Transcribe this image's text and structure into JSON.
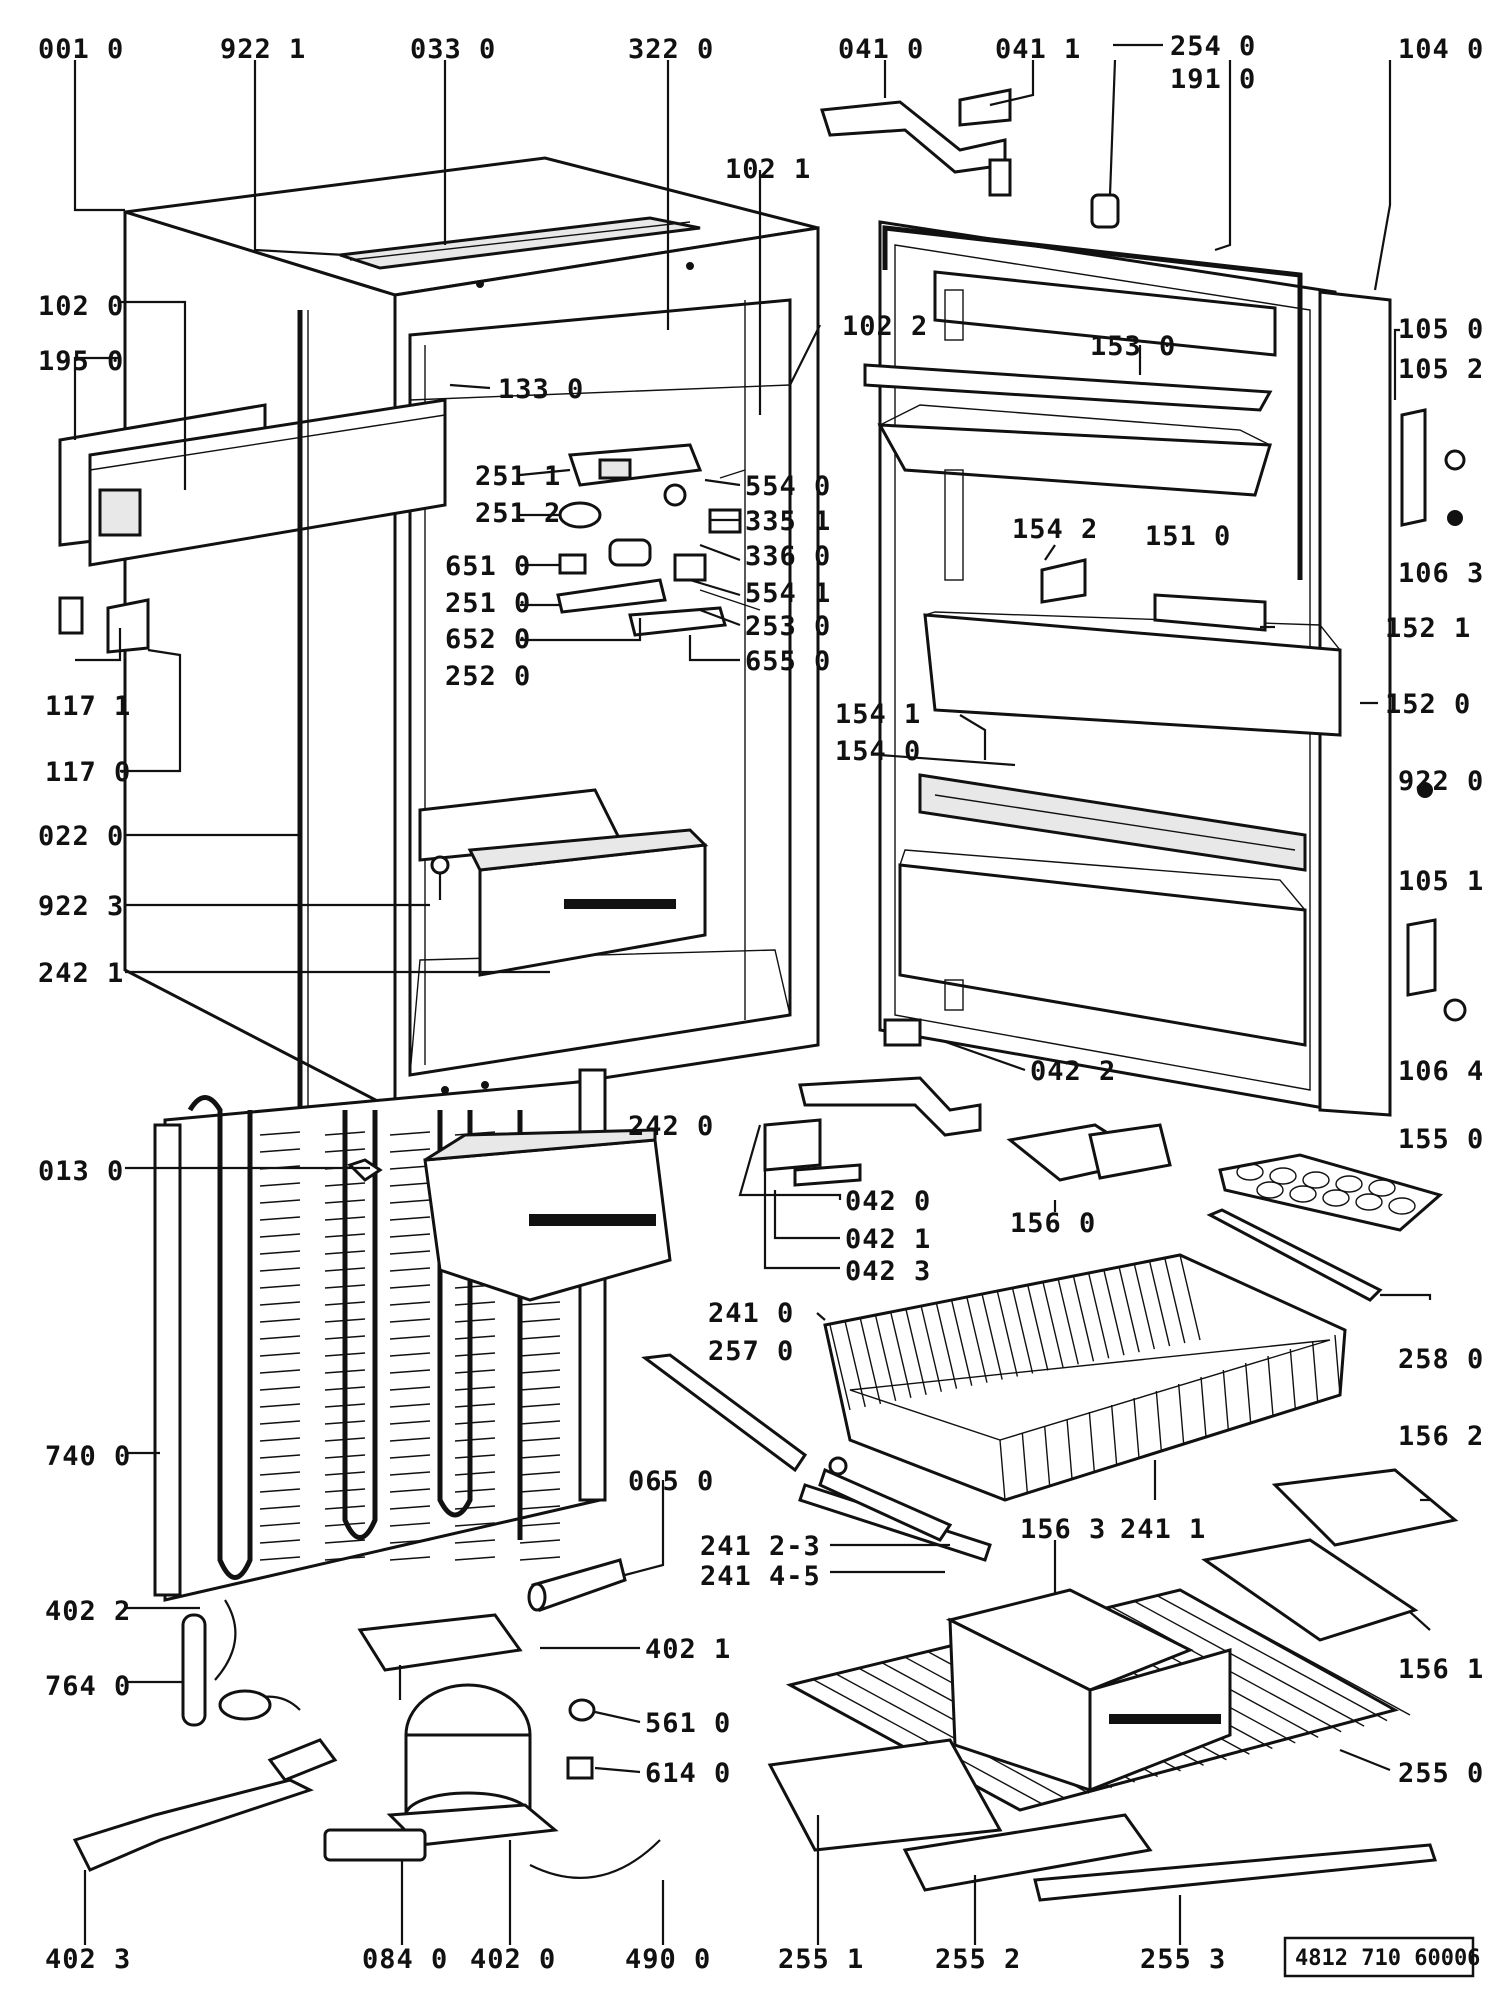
{
  "diagram": {
    "labels": [
      {
        "id": "p001-0",
        "text": "001 0"
      },
      {
        "id": "p922-1",
        "text": "922 1"
      },
      {
        "id": "p033-0",
        "text": "033 0"
      },
      {
        "id": "p322-0",
        "text": "322 0"
      },
      {
        "id": "p041-0",
        "text": "041 0"
      },
      {
        "id": "p041-1",
        "text": "041 1"
      },
      {
        "id": "p254-0",
        "text": "254 0"
      },
      {
        "id": "p191-0",
        "text": "191 0"
      },
      {
        "id": "p104-0",
        "text": "104 0"
      },
      {
        "id": "p102-1",
        "text": "102 1"
      },
      {
        "id": "p102-0",
        "text": "102 0"
      },
      {
        "id": "p195-0",
        "text": "195 0"
      },
      {
        "id": "p133-0",
        "text": "133 0"
      },
      {
        "id": "p102-2",
        "text": "102 2"
      },
      {
        "id": "p153-0",
        "text": "153 0"
      },
      {
        "id": "p105-0",
        "text": "105 0"
      },
      {
        "id": "p105-2",
        "text": "105 2"
      },
      {
        "id": "p251-1",
        "text": "251 1"
      },
      {
        "id": "p251-2",
        "text": "251 2"
      },
      {
        "id": "p554-0",
        "text": "554 0"
      },
      {
        "id": "p335-1",
        "text": "335 1"
      },
      {
        "id": "p336-0",
        "text": "336 0"
      },
      {
        "id": "p554-1",
        "text": "554 1"
      },
      {
        "id": "p651-0",
        "text": "651 0"
      },
      {
        "id": "p251-0",
        "text": "251 0"
      },
      {
        "id": "p652-0",
        "text": "652 0"
      },
      {
        "id": "p253-0",
        "text": "253 0"
      },
      {
        "id": "p252-0",
        "text": "252 0"
      },
      {
        "id": "p655-0",
        "text": "655 0"
      },
      {
        "id": "p154-2",
        "text": "154 2"
      },
      {
        "id": "p151-0",
        "text": "151 0"
      },
      {
        "id": "p106-3",
        "text": "106 3"
      },
      {
        "id": "p152-1",
        "text": "152 1"
      },
      {
        "id": "p117-1",
        "text": "117 1"
      },
      {
        "id": "p152-0",
        "text": "152 0"
      },
      {
        "id": "p154-1",
        "text": "154 1"
      },
      {
        "id": "p154-0",
        "text": "154 0"
      },
      {
        "id": "p117-0",
        "text": "117 0"
      },
      {
        "id": "p922-0",
        "text": "922 0"
      },
      {
        "id": "p022-0",
        "text": "022 0"
      },
      {
        "id": "p105-1",
        "text": "105 1"
      },
      {
        "id": "p922-3",
        "text": "922 3"
      },
      {
        "id": "p242-1",
        "text": "242 1"
      },
      {
        "id": "p106-4",
        "text": "106 4"
      },
      {
        "id": "p042-2",
        "text": "042 2"
      },
      {
        "id": "p242-0",
        "text": "242 0"
      },
      {
        "id": "p155-0",
        "text": "155 0"
      },
      {
        "id": "p013-0",
        "text": "013 0"
      },
      {
        "id": "p042-0",
        "text": "042 0"
      },
      {
        "id": "p156-0",
        "text": "156 0"
      },
      {
        "id": "p042-1",
        "text": "042 1"
      },
      {
        "id": "p042-3",
        "text": "042 3"
      },
      {
        "id": "p241-0",
        "text": "241 0"
      },
      {
        "id": "p257-0",
        "text": "257 0"
      },
      {
        "id": "p258-0",
        "text": "258 0"
      },
      {
        "id": "p740-0",
        "text": "740 0"
      },
      {
        "id": "p156-2",
        "text": "156 2"
      },
      {
        "id": "p065-0",
        "text": "065 0"
      },
      {
        "id": "p156-3",
        "text": "156 3"
      },
      {
        "id": "p241-1",
        "text": "241 1"
      },
      {
        "id": "p241-23",
        "text": "241 2-3"
      },
      {
        "id": "p241-45",
        "text": "241 4-5"
      },
      {
        "id": "p402-2",
        "text": "402 2"
      },
      {
        "id": "p402-1",
        "text": "402 1"
      },
      {
        "id": "p156-1",
        "text": "156 1"
      },
      {
        "id": "p764-0",
        "text": "764 0"
      },
      {
        "id": "p561-0",
        "text": "561 0"
      },
      {
        "id": "p614-0",
        "text": "614 0"
      },
      {
        "id": "p255-0",
        "text": "255 0"
      },
      {
        "id": "p402-3",
        "text": "402 3"
      },
      {
        "id": "p084-0",
        "text": "084 0"
      },
      {
        "id": "p402-0",
        "text": "402 0"
      },
      {
        "id": "p490-0",
        "text": "490 0"
      },
      {
        "id": "p255-1",
        "text": "255 1"
      },
      {
        "id": "p255-2",
        "text": "255 2"
      },
      {
        "id": "p255-3",
        "text": "255 3"
      }
    ],
    "reference_number": "4812 710 60006"
  }
}
